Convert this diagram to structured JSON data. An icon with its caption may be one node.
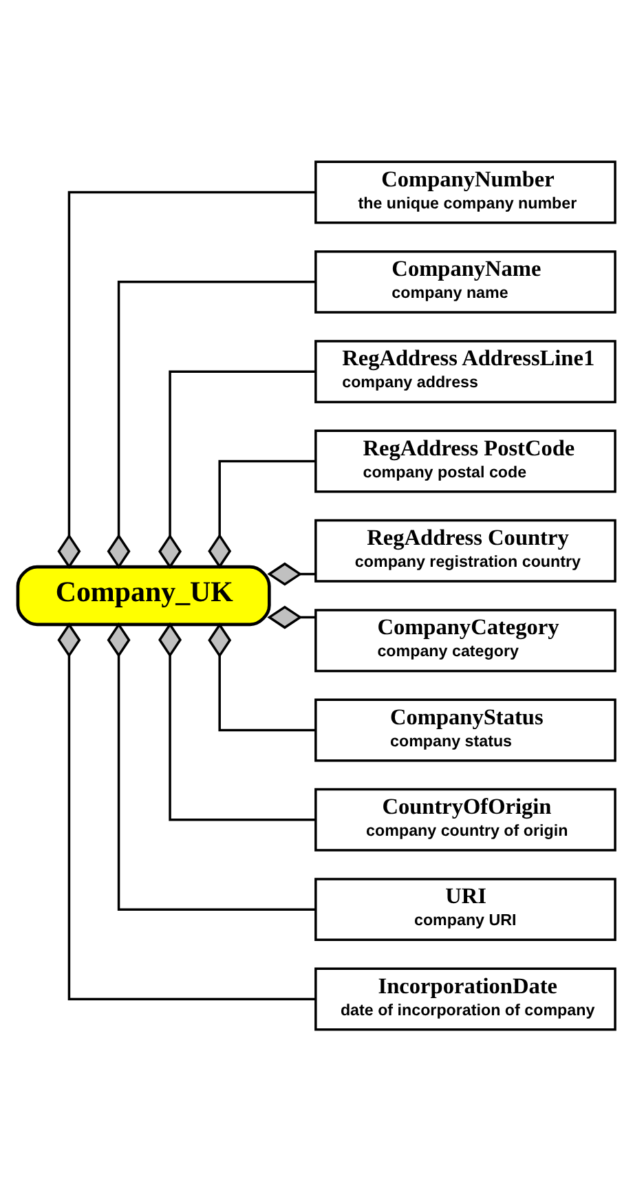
{
  "diagram": {
    "nodes": [
      {
        "text": [
          "Company_UK"
        ]
      },
      {
        "text": [
          "CompanyNumber",
          "the unique company number"
        ]
      },
      {
        "text": [
          "CompanyName",
          "company name"
        ]
      },
      {
        "text": [
          "RegAddress AddressLine1",
          "company address"
        ]
      },
      {
        "text": [
          "RegAddress PostCode",
          "company postal code"
        ]
      },
      {
        "text": [
          "RegAddress Country",
          "company registration country"
        ]
      },
      {
        "text": [
          "CompanyCategory",
          "company category"
        ]
      },
      {
        "text": [
          "CompanyStatus",
          "company status"
        ]
      },
      {
        "text": [
          "CountryOfOrigin",
          "company country of origin"
        ]
      },
      {
        "text": [
          "URI",
          "company URI"
        ]
      },
      {
        "text": [
          "IncorporationDate",
          "date of incorporation of company"
        ]
      }
    ],
    "edges": [
      {
        "from": 0,
        "to": 1,
        "arrow": "other"
      },
      {
        "from": 0,
        "to": 2,
        "arrow": "other"
      },
      {
        "from": 0,
        "to": 3,
        "arrow": "other"
      },
      {
        "from": 0,
        "to": 4,
        "arrow": "other"
      },
      {
        "from": 0,
        "to": 5,
        "arrow": "other"
      },
      {
        "from": 0,
        "to": 6,
        "arrow": "other"
      },
      {
        "from": 0,
        "to": 7,
        "arrow": "other"
      },
      {
        "from": 0,
        "to": 8,
        "arrow": "other"
      },
      {
        "from": 0,
        "to": 9,
        "arrow": "other"
      },
      {
        "from": 0,
        "to": 10,
        "arrow": "other"
      }
    ]
  }
}
